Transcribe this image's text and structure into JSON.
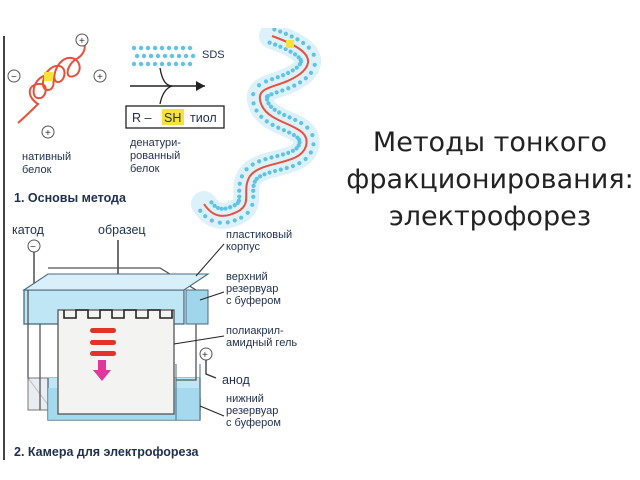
{
  "slide": {
    "title_lines": [
      "Методы тонкого",
      "фракционирования:",
      "электрофорез"
    ]
  },
  "figure": {
    "part1": {
      "native_protein": [
        "нативный",
        "белок"
      ],
      "sds": "SDS",
      "thiol_box": {
        "r": "R –",
        "sh": "SH",
        "word": "тиол"
      },
      "denatured_protein": [
        "денатури-",
        "рованный",
        "белок"
      ],
      "caption": "1. Основы метода"
    },
    "part2": {
      "cathode": "катод",
      "sample": "образец",
      "housing": [
        "пластиковый",
        "корпус"
      ],
      "upper_reservoir": [
        "верхний",
        "резервуар",
        "с буфером"
      ],
      "gel": [
        "полиакрил-",
        "амидный гель"
      ],
      "anode": "анод",
      "lower_reservoir": [
        "нижний",
        "резервуар",
        "с буфером"
      ],
      "caption": "2. Камера для электрофореза"
    },
    "colors": {
      "protein_chain": "#e8503a",
      "sds_dots": "#5fc3e6",
      "sh_highlight": "#f5e23c",
      "buffer": "#bfe6f5",
      "band": "#e4322b",
      "arrow": "#e0389a"
    }
  }
}
